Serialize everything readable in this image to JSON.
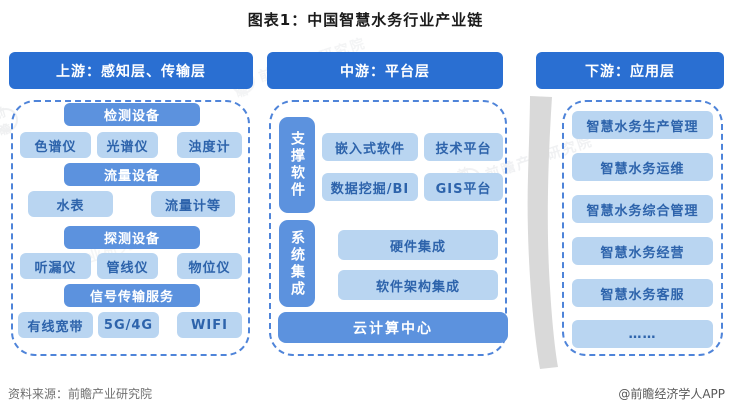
{
  "title": "图表1：中国智慧水务行业产业链",
  "colors": {
    "header_blue": "#2a6fd2",
    "mid_blue": "#5c92de",
    "light_blue": "#b9d5f1",
    "chip_text": "#2d63ab",
    "dash_blue": "#4f84d9",
    "swoosh_gray": "#d9d9d9"
  },
  "columns": {
    "upstream": {
      "header": "上游：感知层、传输层",
      "groups": [
        {
          "label": "检测设备",
          "items": [
            "色谱仪",
            "光谱仪",
            "浊度计"
          ]
        },
        {
          "label": "流量设备",
          "items": [
            "水表",
            "流量计等"
          ]
        },
        {
          "label": "探测设备",
          "items": [
            "听漏仪",
            "管线仪",
            "物位仪"
          ]
        },
        {
          "label": "信号传输服务",
          "items": [
            "有线宽带",
            "5G/4G",
            "WIFI"
          ]
        }
      ]
    },
    "midstream": {
      "header": "中游：平台层",
      "sections": [
        {
          "label": "支撑软件",
          "items": [
            "嵌入式软件",
            "技术平台",
            "数据挖掘/BI",
            "GIS平台"
          ]
        },
        {
          "label": "系统集成",
          "items": [
            "硬件集成",
            "软件架构集成"
          ]
        }
      ],
      "bottom": "云计算中心"
    },
    "downstream": {
      "header": "下游：应用层",
      "items": [
        "智慧水务生产管理",
        "智慧水务运维",
        "智慧水务综合管理",
        "智慧水务经营",
        "智慧水务客服",
        "……"
      ]
    }
  },
  "footer": {
    "source": "资料来源：前瞻产业研究院",
    "brand": "@前瞻经济学人APP"
  },
  "watermark": {
    "logo": "前瞻",
    "name": "前瞻产业研究院"
  }
}
